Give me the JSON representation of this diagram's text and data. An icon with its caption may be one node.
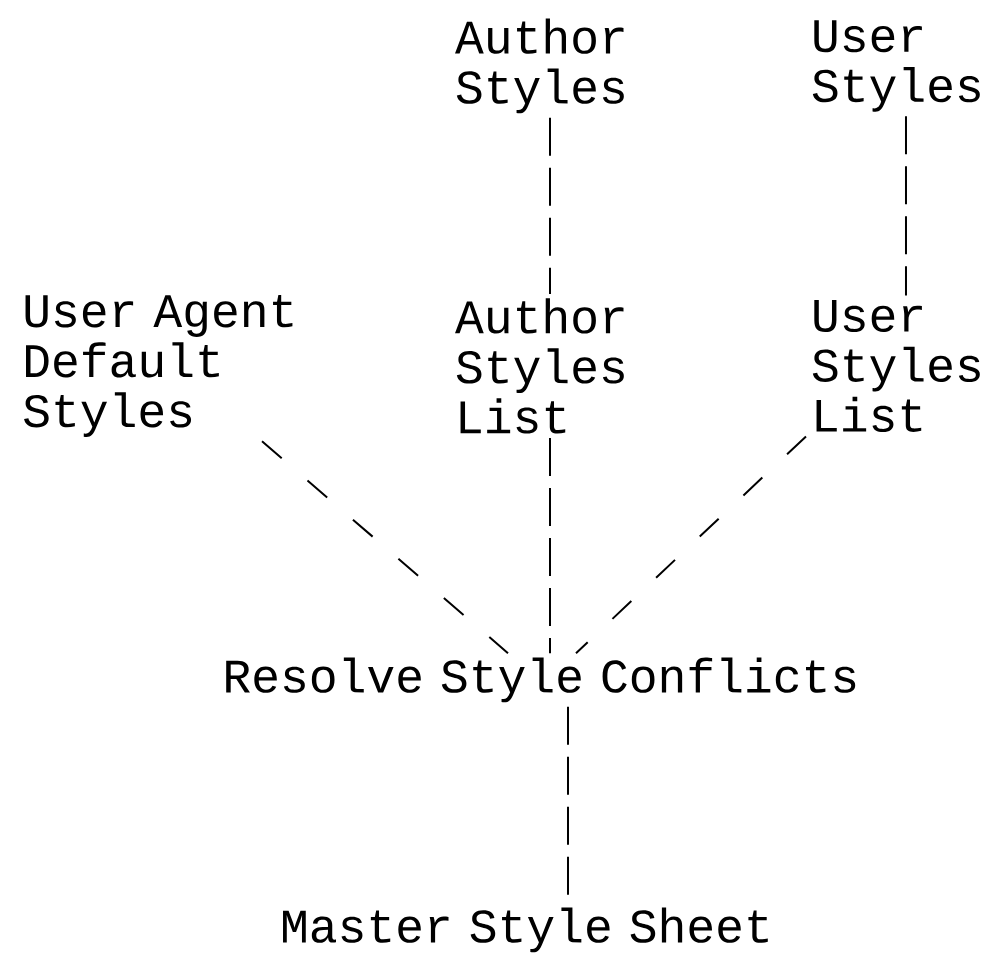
{
  "diagram": {
    "nodes": [
      {
        "text": [
          "Author Styles"
        ]
      },
      {
        "text": [
          "User Styles"
        ]
      },
      {
        "text": [
          "User Agent Default Styles"
        ]
      },
      {
        "text": [
          "Author Styles List"
        ]
      },
      {
        "text": [
          "User Styles List"
        ]
      },
      {
        "text": [
          "Resolve Style Conflicts"
        ]
      },
      {
        "text": [
          "Master Style Sheet"
        ]
      }
    ],
    "edges": [
      {
        "from": 0,
        "to": 3,
        "arrow": "none"
      },
      {
        "from": 1,
        "to": 4,
        "arrow": "none"
      },
      {
        "from": 2,
        "to": 5,
        "arrow": "none"
      },
      {
        "from": 3,
        "to": 5,
        "arrow": "none"
      },
      {
        "from": 4,
        "to": 5,
        "arrow": "none"
      },
      {
        "from": 5,
        "to": 6,
        "arrow": "none"
      }
    ]
  }
}
